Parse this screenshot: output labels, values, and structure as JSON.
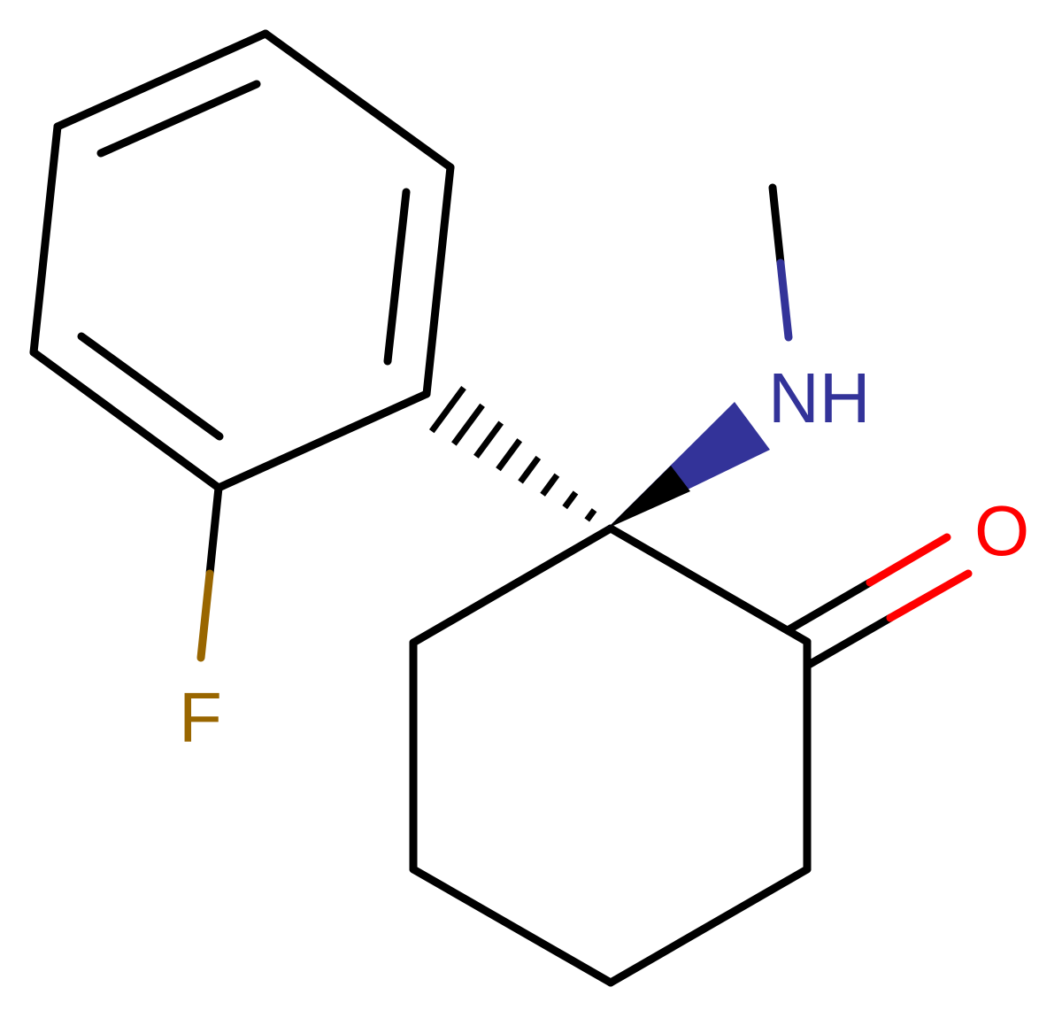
{
  "molecule": {
    "atoms": {
      "fluorine": "F",
      "amine": "NH",
      "oxygen": "O"
    },
    "colors": {
      "bond": "#000000",
      "nitrogen": "#333399",
      "oxygen": "#FF0000",
      "fluorine": "#996600"
    }
  }
}
